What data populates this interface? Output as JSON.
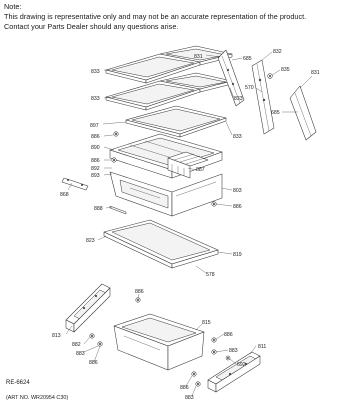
{
  "note": {
    "heading": "Note:",
    "line1": "This drawing is representative only and may not be an accurate representation of the product.",
    "line2": "Contact your Parts Dealer should any questions arise."
  },
  "callouts": {
    "c831a": "831",
    "c685a": "685",
    "c832": "832",
    "c835": "835",
    "c831b": "831",
    "c570": "570",
    "c685b": "685",
    "c833a": "833",
    "c833b": "833",
    "c833c": "833",
    "c833d": "833",
    "c897": "897",
    "c886a": "886",
    "c890": "890",
    "c886b": "886",
    "c892": "892",
    "c893": "893",
    "c887": "887",
    "c868": "868",
    "c803": "803",
    "c886c": "886",
    "c888": "888",
    "c823": "823",
    "c819": "819",
    "c578": "578",
    "c886d": "886",
    "c813": "813",
    "c882": "882",
    "c883a": "883",
    "c886e": "886",
    "c815": "815",
    "c886f": "886",
    "c883b": "883",
    "c692": "692",
    "c811": "811",
    "c886g": "886",
    "c883c": "883"
  },
  "footer": {
    "ref": "RE-6624",
    "art": "(ART NO. WR20954 C30)"
  }
}
